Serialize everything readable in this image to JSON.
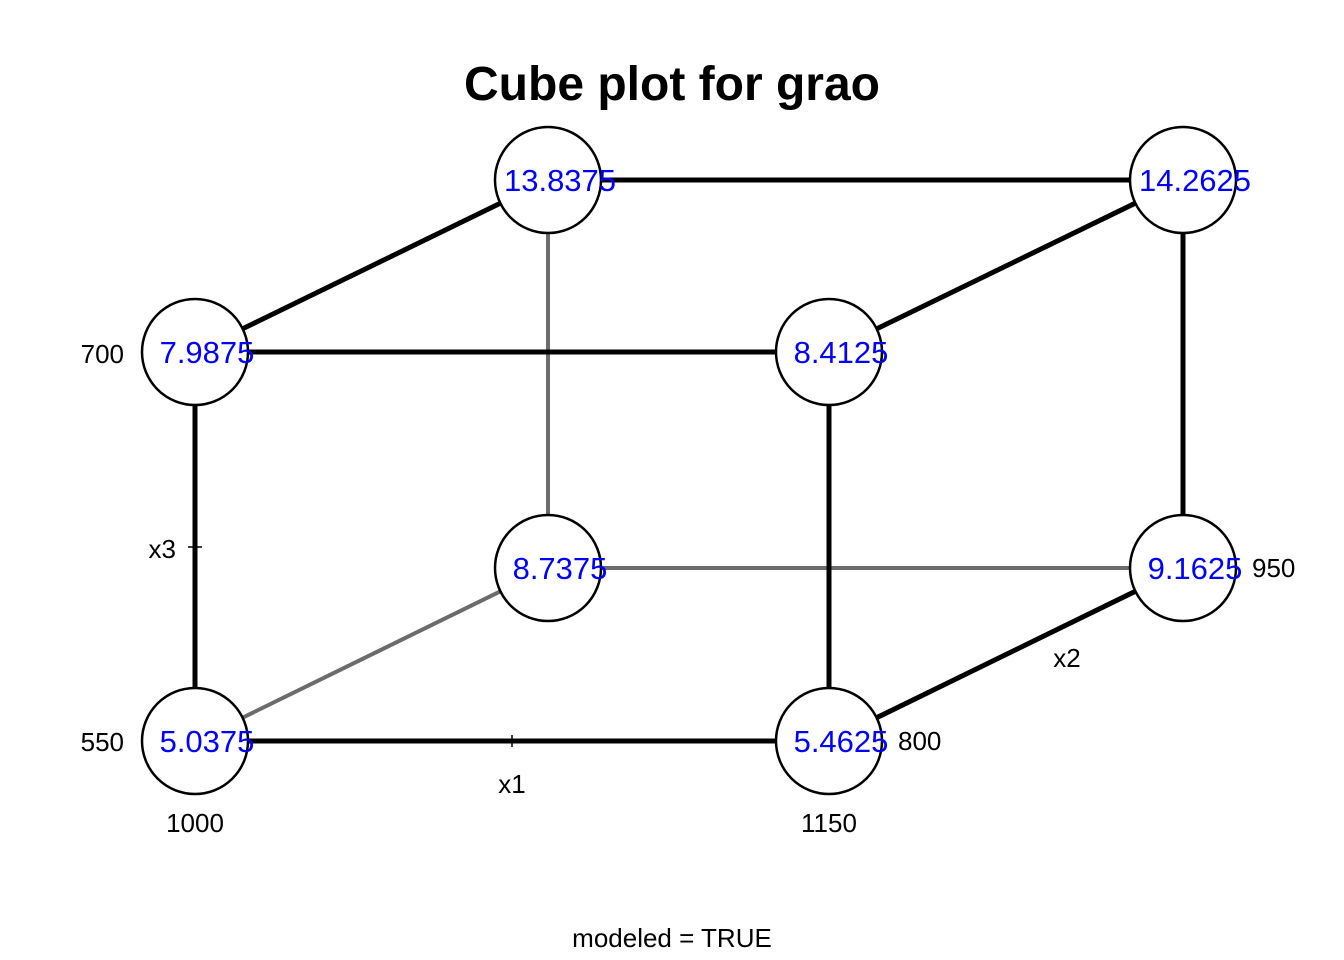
{
  "title": "Cube plot for grao",
  "footer": "modeled = TRUE",
  "value_color": "#0000ff",
  "axes": {
    "x1": {
      "name": "x1",
      "low": "1000",
      "high": "1150"
    },
    "x2": {
      "name": "x2",
      "low": "800",
      "high": "950"
    },
    "x3": {
      "name": "x3",
      "low": "550",
      "high": "700"
    }
  },
  "cube": {
    "corners": [
      {
        "x1": "1000",
        "x2": "800",
        "x3": "550",
        "value": "5.0375"
      },
      {
        "x1": "1150",
        "x2": "800",
        "x3": "550",
        "value": "5.4625"
      },
      {
        "x1": "1000",
        "x2": "950",
        "x3": "550",
        "value": "8.7375"
      },
      {
        "x1": "1150",
        "x2": "950",
        "x3": "550",
        "value": "9.1625"
      },
      {
        "x1": "1000",
        "x2": "800",
        "x3": "700",
        "value": "7.9875"
      },
      {
        "x1": "1150",
        "x2": "800",
        "x3": "700",
        "value": "8.4125"
      },
      {
        "x1": "1000",
        "x2": "950",
        "x3": "700",
        "value": "13.8375"
      },
      {
        "x1": "1150",
        "x2": "950",
        "x3": "700",
        "value": "14.2625"
      }
    ]
  }
}
